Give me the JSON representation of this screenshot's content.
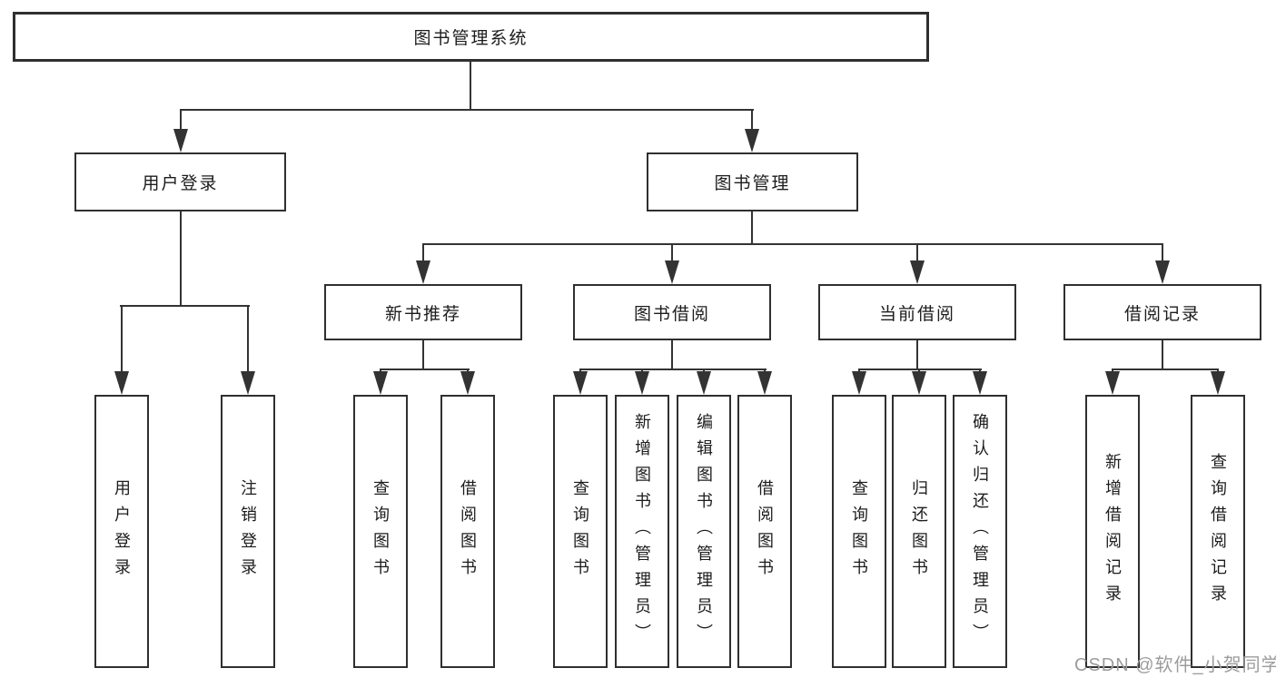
{
  "diagram": {
    "root": {
      "label": "图书管理系统"
    },
    "branches": [
      {
        "label": "用户登录",
        "children": [
          {
            "label": "用户登录"
          },
          {
            "label": "注销登录"
          }
        ]
      },
      {
        "label": "图书管理",
        "children": [
          {
            "label": "新书推荐",
            "children": [
              {
                "label": "查询图书"
              },
              {
                "label": "借阅图书"
              }
            ]
          },
          {
            "label": "图书借阅",
            "children": [
              {
                "label": "查询图书"
              },
              {
                "label": "新增图书（管理员）"
              },
              {
                "label": "编辑图书（管理员）"
              },
              {
                "label": "借阅图书"
              }
            ]
          },
          {
            "label": "当前借阅",
            "children": [
              {
                "label": "查询图书"
              },
              {
                "label": "归还图书"
              },
              {
                "label": "确认归还（管理员）"
              }
            ]
          },
          {
            "label": "借阅记录",
            "children": [
              {
                "label": "新增借阅记录"
              },
              {
                "label": "查询借阅记录"
              }
            ]
          }
        ]
      }
    ]
  },
  "watermark": {
    "text": "CSDN @软件_小贺同学"
  },
  "colors": {
    "line": "#333333",
    "box_border": "#2f2f2f",
    "text": "#1c1c1c",
    "watermark": "#9c9c9c",
    "background": "#ffffff"
  }
}
